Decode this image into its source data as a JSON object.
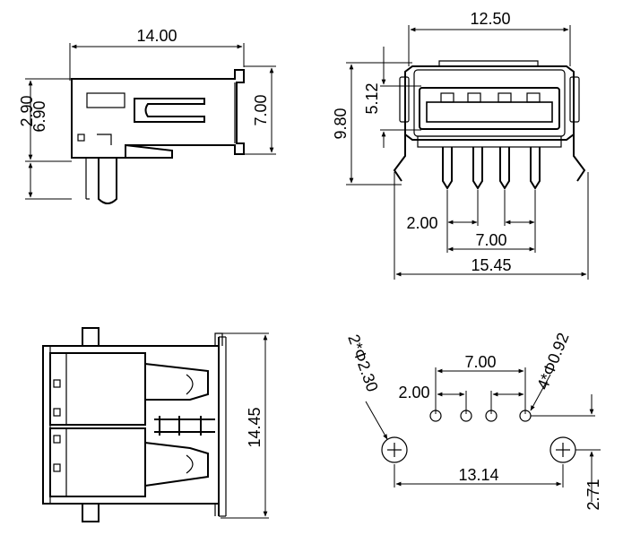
{
  "side_view": {
    "width": "14.00",
    "height_top": "2.90",
    "height_bottom": "6.90",
    "body_height": "7.00"
  },
  "front_view": {
    "body_width": "12.50",
    "opening_height": "5.12",
    "total_height": "9.80",
    "pin_pitch": "2.00",
    "pin_span": "7.00",
    "total_width": "15.45"
  },
  "top_view": {
    "length": "14.45"
  },
  "footprint": {
    "large_holes": "2*Φ2.30",
    "small_holes": "4*Φ0.92",
    "pin_span": "7.00",
    "pin_pitch": "2.00",
    "hole_span": "13.14",
    "offset": "2.71"
  }
}
